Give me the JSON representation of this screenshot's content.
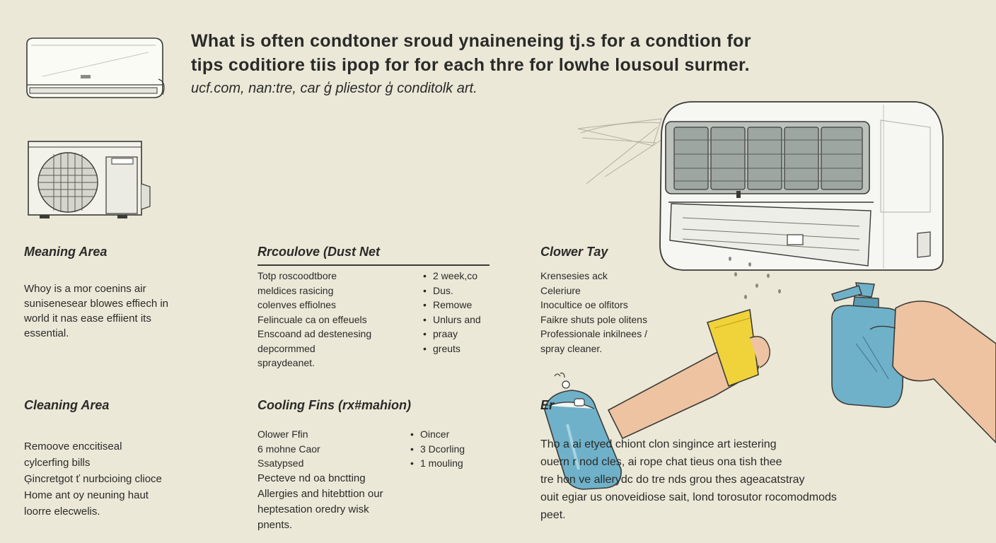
{
  "title": {
    "line1": "What is often condtoner sroud ynaineneing tj.s for a condtion for",
    "line2": "tips coditiore tiis ipop for for each thre for lowhe lousoul surmer.",
    "line3": "ucf.com, nan:tre, car ģ pliestor ģ conditolk art."
  },
  "sections": {
    "meaning": {
      "heading": "Meaning Area",
      "lines": [
        "Whoy is a mor coenins air",
        "sunisenesear blowes effiech in",
        "world it nas ease effiient its",
        "essential."
      ]
    },
    "recoulove": {
      "heading": "Rrcoulove (Dust Net",
      "lines": [
        "Totp roscoodtbore",
        "meldices rasicing",
        "colenves effiolnes",
        "Felincuale ca on effeuels",
        "Enscoand ad destenesing",
        "depcormmed",
        "spraydeanet."
      ],
      "bullets": [
        "2 week,co",
        "Dus.",
        "Remowe",
        "Unlurs and",
        "praay",
        "greuts"
      ]
    },
    "clower": {
      "heading": "Clower Tay",
      "lines": [
        "Krensesies ack",
        "Celeriure",
        "Inocultice oe olfitors",
        "Faikre shuts pole olitens",
        "Professionale inkilnees /",
        "spray cleaner."
      ]
    },
    "cleaning": {
      "heading": "Cleaning Area",
      "lines": [
        "Remoove enccitiseal",
        "cylcerfing bills",
        "Ģincretgot ť nurbcioing clioce",
        "Home ant oy neuning haut",
        "loorre elecwelis."
      ]
    },
    "cooling": {
      "heading": "Cooling Fins (rx#mahion)",
      "sub_lines": [
        "Olower Ffin",
        "6 mohne Caor",
        "Ssatypsed"
      ],
      "bullets": [
        "Oincer",
        "3 Dcorling",
        "1 mouling"
      ],
      "lines": [
        "Pecteve nd oa bnctting",
        "Allergies and hitebttion our",
        "heptesation oredry wisk",
        "pnents."
      ]
    },
    "extra": {
      "heading": "Er",
      "lines": [
        "Tho        a      ai       etyed chiont clon singince art iestering",
        "ouern         r nod cles, ai rope chat tieus ona tish thee",
        "tre hon      ve allerydc do tre nds grou thes ageacatstray",
        "ouit egiar us onoveidiose sait, lond torosutor rocomodmods",
        "peet."
      ]
    }
  },
  "colors": {
    "background": "#ece8d8",
    "ink": "#2a2a28",
    "spray_bottle": "#6fb1c9",
    "cloth": "#f0d23a",
    "skin": "#eec3a1"
  },
  "icons": [
    "wall-ac-unit-icon",
    "outdoor-condenser-icon",
    "open-ac-filter-illustration",
    "spray-bottle-icon",
    "cleaning-cloth-icon"
  ]
}
